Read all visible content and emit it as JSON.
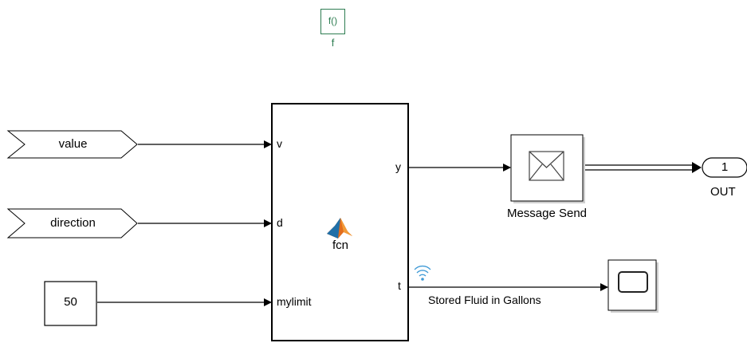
{
  "simulink_function": {
    "block_text": "f()",
    "name": "f"
  },
  "from_blocks": [
    {
      "label": "value"
    },
    {
      "label": "direction"
    }
  ],
  "constant": {
    "value": "50"
  },
  "matlab_function": {
    "name": "fcn",
    "inputs": [
      "v",
      "d",
      "mylimit"
    ],
    "outputs": [
      "y",
      "t"
    ]
  },
  "message_send": {
    "name": "Message Send"
  },
  "outport": {
    "number": "1",
    "name": "OUT"
  },
  "signal": {
    "label": "Stored Fluid in Gallons"
  },
  "colors": {
    "function_green": "#2e7d52",
    "logging_blue": "#3f9ad6"
  }
}
